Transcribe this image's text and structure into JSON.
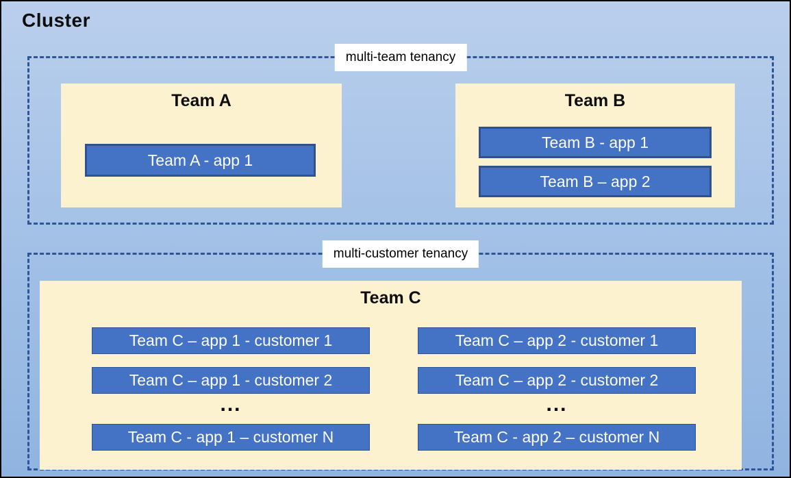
{
  "cluster": {
    "title": "Cluster",
    "sections": [
      {
        "label": "multi-team tenancy",
        "teams": [
          {
            "name": "Team A",
            "apps": [
              "Team A - app 1"
            ]
          },
          {
            "name": "Team B",
            "apps": [
              "Team B - app 1",
              "Team B – app 2"
            ]
          }
        ]
      },
      {
        "label": "multi-customer tenancy",
        "teams": [
          {
            "name": "Team C",
            "columns": [
              {
                "rows": [
                  "Team C – app 1 - customer 1",
                  "Team C – app 1 - customer 2",
                  "...",
                  "Team C - app 1 – customer N"
                ]
              },
              {
                "rows": [
                  "Team C – app 2 - customer 1",
                  "Team C – app 2 - customer 2",
                  "...",
                  "Team C - app 2 – customer N"
                ]
              }
            ]
          }
        ]
      }
    ]
  },
  "colors": {
    "canvas_bg_top": "#bacfec",
    "canvas_bg_bottom": "#90b4e0",
    "outer_border": "#000000",
    "dashed_border": "#2e5597",
    "team_fill": "#fdf2d0",
    "app_fill": "#4472c4",
    "app_border": "#2f528f",
    "app_text": "#ffffff",
    "label_bg": "#ffffff",
    "title_text": "#0d0d0d"
  }
}
